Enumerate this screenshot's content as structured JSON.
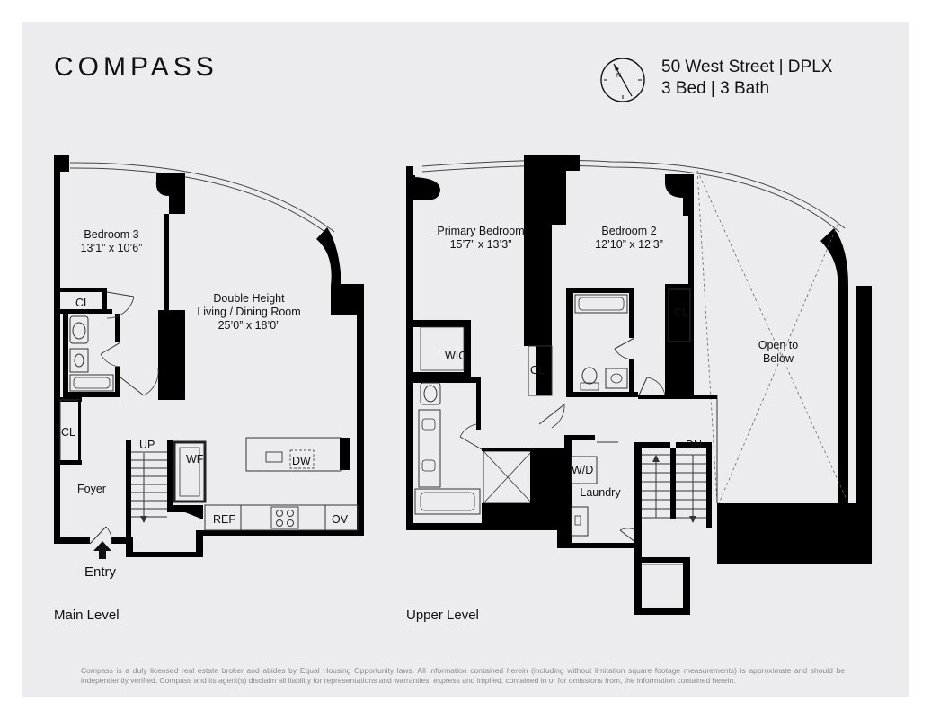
{
  "brand": {
    "logo_text": "COMPASS"
  },
  "property": {
    "title_line1": "50 West Street | DPLX",
    "title_line2": "3 Bed | 3 Bath"
  },
  "icons": {
    "compass": "north-compass-icon",
    "entry": "up-arrow-icon"
  },
  "colors": {
    "wall": "#000000",
    "sheet": "#ececee",
    "line": "#333333"
  },
  "main_level": {
    "label": "Main Level",
    "rooms": {
      "bedroom3": {
        "name": "Bedroom 3",
        "dims": "13’1” x 10’6”"
      },
      "living": {
        "name1": "Double Height",
        "name2": "Living / Dining Room",
        "dims": "25’0” x 18’0”"
      },
      "foyer": {
        "name": "Foyer"
      }
    },
    "fixtures": {
      "cl1": "CL",
      "cl2": "CL",
      "up": "UP",
      "wf": "WF",
      "dw": "DW",
      "ref": "REF",
      "ov": "OV"
    },
    "entry": "Entry"
  },
  "upper_level": {
    "label": "Upper Level",
    "rooms": {
      "primary": {
        "name": "Primary Bedroom",
        "dims": "15’7” x 13’3”"
      },
      "bedroom2": {
        "name": "Bedroom 2",
        "dims": "12’10” x 12’3”"
      },
      "open": {
        "line1": "Open to",
        "line2": "Below"
      },
      "laundry": {
        "name": "Laundry"
      }
    },
    "fixtures": {
      "wic": "WIC",
      "cl1": "CL",
      "cl2": "CL",
      "wd": "W/D",
      "dn": "DN"
    }
  },
  "disclaimer": "Compass is a duly licensed real estate broker and abides by Equal Housing Opportunity laws.  All information contained herein (including without limitation square footage measurements) is approximate and should be independently verified. Compass and its agent(s) disclaim all liability for representations and warranties, express and implied, contained in or for omissions from, the information contained herein."
}
